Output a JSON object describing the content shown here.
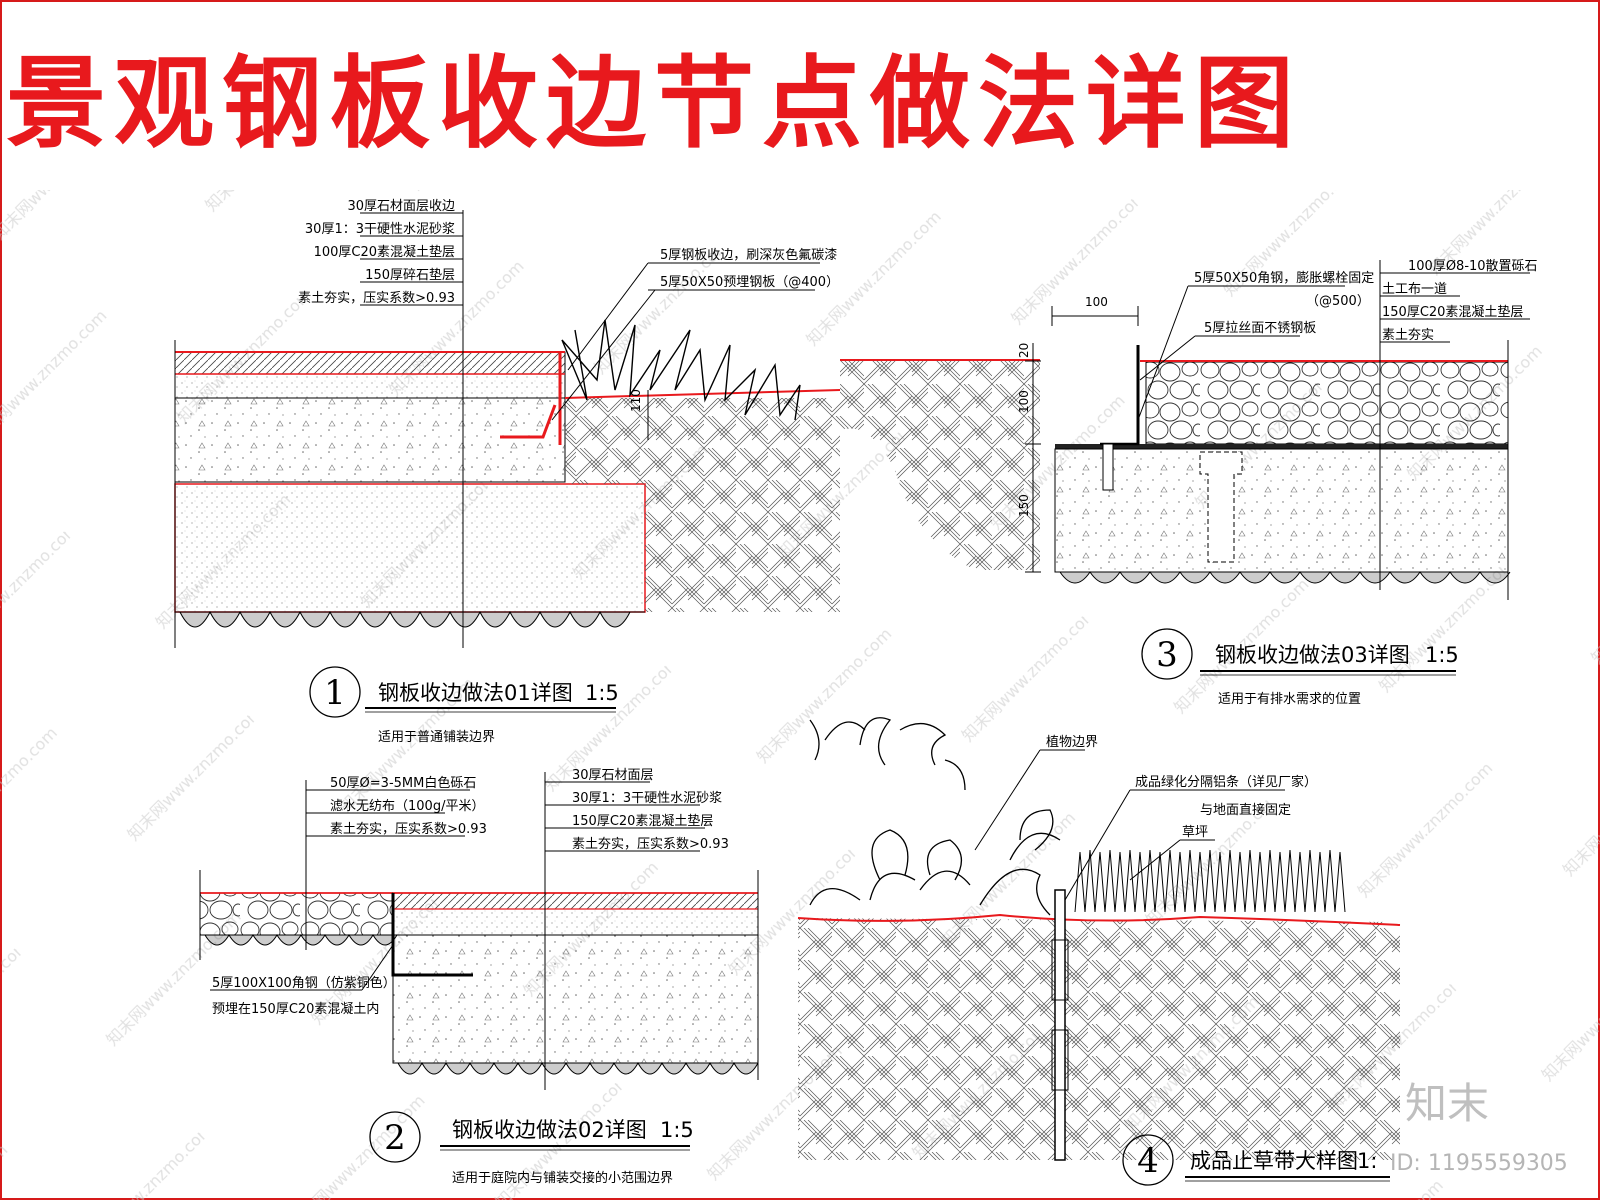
{
  "title": "景观钢板收边节点做法详图",
  "colors": {
    "accent_red": "#e8191d",
    "line": "#000000",
    "hatch": "#555555",
    "watermark": "#c9c9c9"
  },
  "detail1": {
    "number": "1",
    "caption": "钢板收边做法01详图",
    "scale": "1:5",
    "subtitle": "适用于普通铺装边界",
    "layers": [
      "30厚石材面层收边",
      "30厚1：3干硬性水泥砂浆",
      "100厚C20素混凝土垫层",
      "150厚碎石垫层",
      "素土夯实，压实系数>0.93"
    ],
    "plate_notes": [
      "5厚钢板收边，刷深灰色氟碳漆",
      "5厚50X50预埋钢板（@400）"
    ],
    "dim": "110"
  },
  "detail2": {
    "number": "2",
    "caption": "钢板收边做法02详图",
    "scale": "1:5",
    "subtitle": "适用于庭院内与铺装交接的小范围边界",
    "gravel_layers": [
      "50厚Ø=3-5MM白色砾石",
      "滤水无纺布（100g/平米）",
      "素土夯实，压实系数>0.93"
    ],
    "paving_layers": [
      "30厚石材面层",
      "30厚1：3干硬性水泥砂浆",
      "150厚C20素混凝土垫层",
      "素土夯实，压实系数>0.93"
    ],
    "angle_notes": [
      "5厚100X100角钢（仿紫铜色）",
      "预埋在150厚C20素混凝土内"
    ]
  },
  "detail3": {
    "number": "3",
    "caption": "钢板收边做法03详图",
    "scale": "1:5",
    "subtitle": "适用于有排水需求的位置",
    "angle_notes": [
      "5厚50X50角钢，膨胀螺栓固定",
      "（@500）",
      "5厚拉丝面不锈钢板"
    ],
    "layers": [
      "100厚Ø8-10散置砾石",
      "土工布一道",
      "150厚C20素混凝土垫层",
      "素土夯实"
    ],
    "dims": {
      "width": "100",
      "d1": "20",
      "d2": "100",
      "d3": "150"
    }
  },
  "detail4": {
    "number": "4",
    "caption": "成品止草带大样图",
    "scale": "1:",
    "notes": [
      "植物边界",
      "成品绿化分隔铝条（详见厂家）",
      "与地面直接固定",
      "草坪"
    ]
  },
  "watermark": {
    "brand": "知末",
    "id": "ID: 1195559305",
    "tile": "知末网www.znzmo.com"
  }
}
